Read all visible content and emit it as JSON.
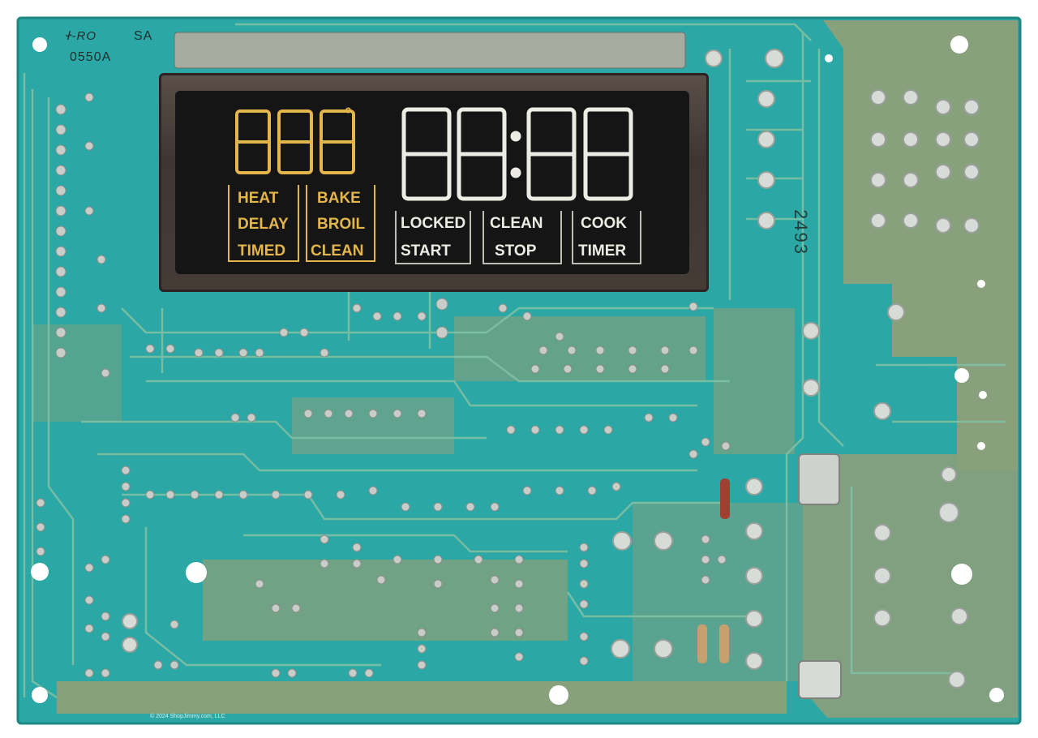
{
  "board": {
    "silkscreen": {
      "top_left": "Ꮠ-RO",
      "sa": "SA",
      "part": "0550A",
      "code": "2493"
    },
    "copyright": "© 2024 ShopJimmy.com, LLC",
    "colors": {
      "board": "#2ba8a5",
      "trace": "#8fa07a",
      "pad": "#c8ccc8",
      "amber_segment": "#e3b54b",
      "white_segment": "#ecece4"
    }
  },
  "display": {
    "temp_digits": "888",
    "degree": "°",
    "clock_digits": "88:88",
    "labels_left_col1": [
      "HEAT",
      "DELAY",
      "TIMED"
    ],
    "labels_left_col2": [
      "BAKE",
      "BROIL",
      "CLEAN"
    ],
    "labels_right_col1": [
      "LOCKED",
      "START"
    ],
    "labels_right_col2": [
      "CLEAN",
      "STOP"
    ],
    "labels_right_col3": [
      "COOK",
      "TIMER"
    ]
  }
}
